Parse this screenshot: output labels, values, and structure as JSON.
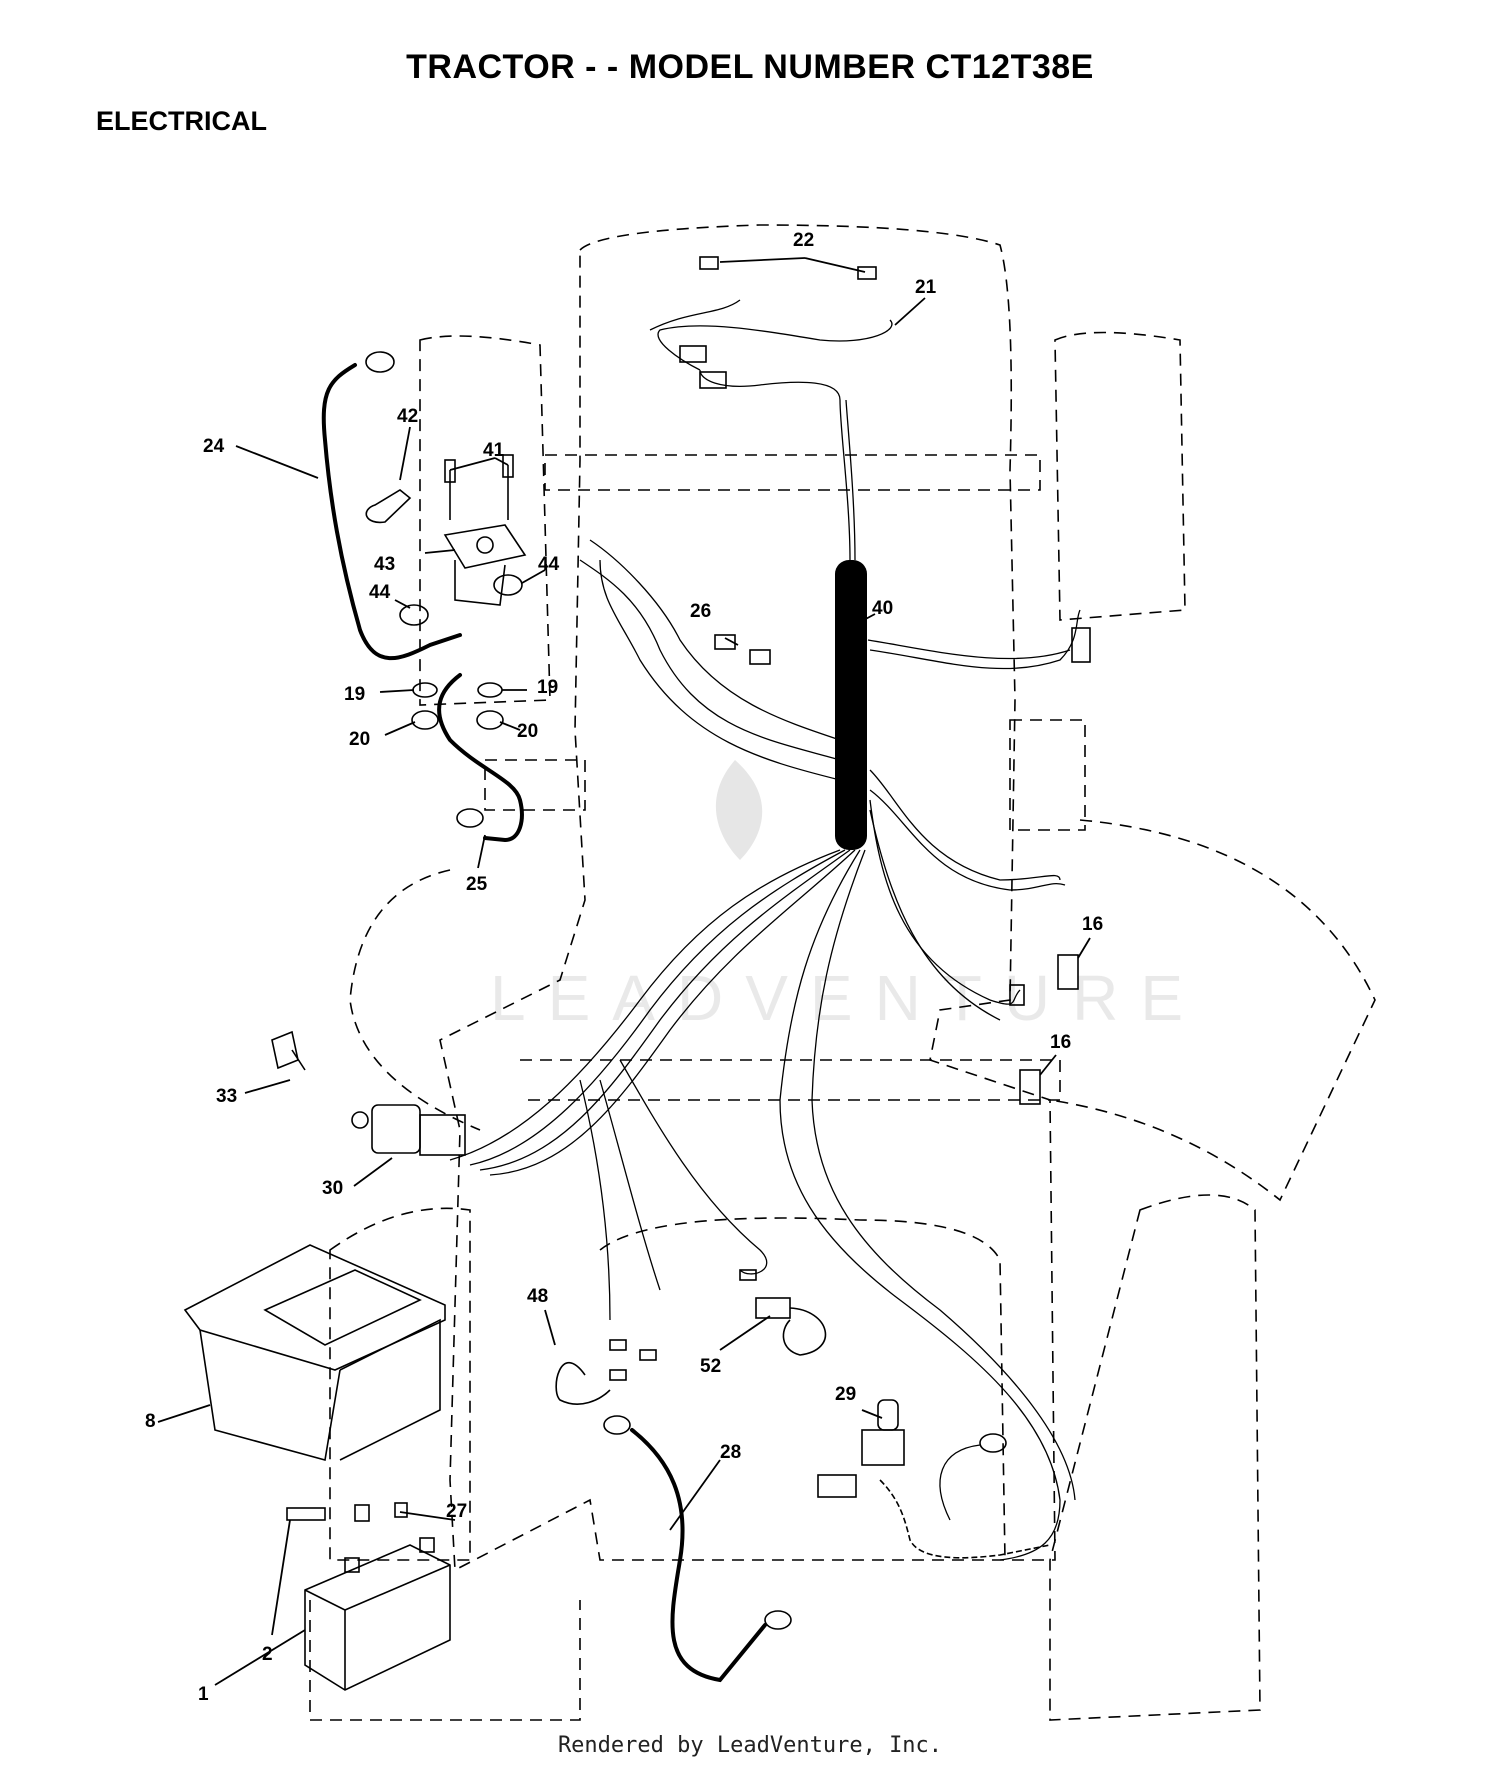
{
  "header": {
    "title": "TRACTOR - - MODEL NUMBER CT12T38E",
    "section": "ELECTRICAL"
  },
  "watermark": "LEADVENTURE",
  "footer": "Rendered by LeadVenture, Inc.",
  "callouts": {
    "c1": "1",
    "c2": "2",
    "c8": "8",
    "c16a": "16",
    "c16b": "16",
    "c19a": "19",
    "c19b": "19",
    "c20a": "20",
    "c20b": "20",
    "c21": "21",
    "c22": "22",
    "c24": "24",
    "c25": "25",
    "c26": "26",
    "c27": "27",
    "c28": "28",
    "c29": "29",
    "c30": "30",
    "c33": "33",
    "c40": "40",
    "c41": "41",
    "c42": "42",
    "c43": "43",
    "c44a": "44",
    "c44b": "44",
    "c48": "48",
    "c52": "52"
  }
}
